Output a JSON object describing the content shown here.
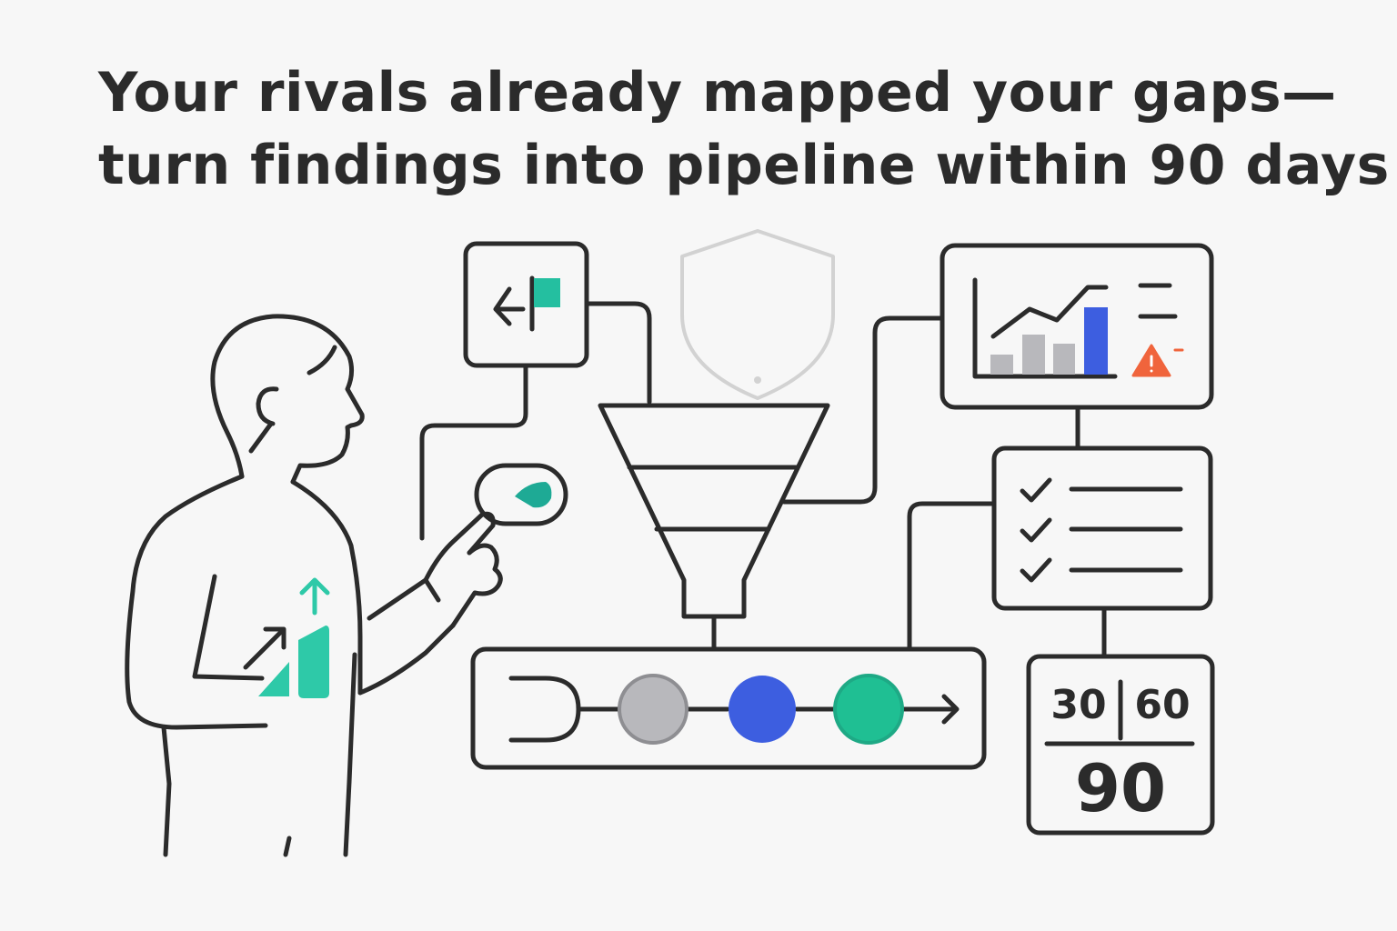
{
  "headline": {
    "line1": "Your rivals already mapped your gaps—",
    "line2": "turn findings into pipeline within 90 days"
  },
  "timeline": {
    "label_a": "30",
    "label_b": "60",
    "label_total": "90"
  },
  "colors": {
    "ink": "#2b2b2b",
    "teal": "#2ec9a8",
    "blue": "#3d5ee0",
    "green": "#1fbf93",
    "gray": "#b8b8bc",
    "alert": "#f0643c",
    "shield": "#cfcfcf"
  },
  "icons": [
    "flag-icon",
    "shield-icon",
    "funnel-icon",
    "chart-icon",
    "warning-icon",
    "checklist-icon",
    "pipeline-icon",
    "growth-icon",
    "person-illustration"
  ],
  "checklist": {
    "checked_items": 3
  }
}
